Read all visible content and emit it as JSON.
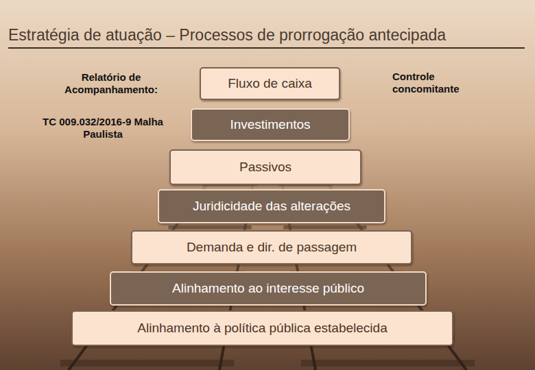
{
  "diagram": {
    "title": "Estratégia de atuação – Processos de prorrogação antecipada",
    "nodes": [
      {
        "text": [
          "Fluxo de caixa"
        ]
      },
      {
        "text": [
          "Investimentos"
        ]
      },
      {
        "text": [
          "Passivos"
        ]
      },
      {
        "text": [
          "Juridicidade das alterações"
        ]
      },
      {
        "text": [
          "Demanda e dir. de passagem"
        ]
      },
      {
        "text": [
          "Alinhamento ao interesse público"
        ]
      },
      {
        "text": [
          "Alinhamento à política pública estabelecida"
        ]
      }
    ],
    "labels": [
      "Relatório de Acompanhamento:",
      "TC 009.032/2016-9 Malha Paulista",
      "Controle concomitante"
    ]
  }
}
